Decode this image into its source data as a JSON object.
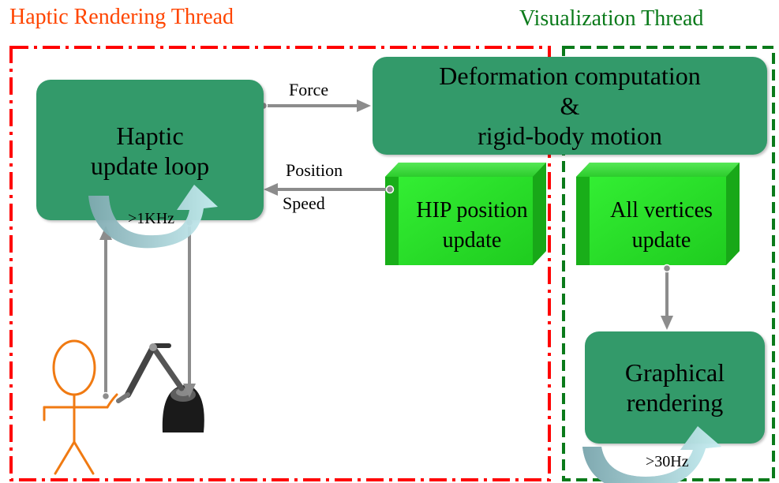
{
  "threads": {
    "haptic_title": "Haptic Rendering Thread",
    "visual_title": "Visualization Thread"
  },
  "nodes": {
    "haptic_loop": {
      "line1": "Haptic",
      "line2": "update loop",
      "rate": ">1KHz"
    },
    "deformation": {
      "line1": "Deformation computation",
      "line2": "&",
      "line3": "rigid-body motion"
    },
    "hip_update": {
      "line1": "HIP position",
      "line2": "update"
    },
    "vertices_update": {
      "line1": "All vertices",
      "line2": "update"
    },
    "graphical": {
      "line1": "Graphical",
      "line2": "rendering",
      "rate": ">30Hz"
    }
  },
  "edges": {
    "force": "Force",
    "position": "Position",
    "speed": "Speed"
  },
  "colors": {
    "haptic_border": "#ff0000",
    "haptic_title": "#ff4500",
    "visual_border": "#0a7a1a",
    "process_box": "#339a6a",
    "cube_box": "#22dd22",
    "arrow": "#8c8c8c",
    "loop_arrow": "#a8d0d8",
    "stick_figure": "#f07a12"
  },
  "icons": [
    "stick-figure-icon",
    "haptic-device-icon",
    "loop-arrow-icon"
  ]
}
